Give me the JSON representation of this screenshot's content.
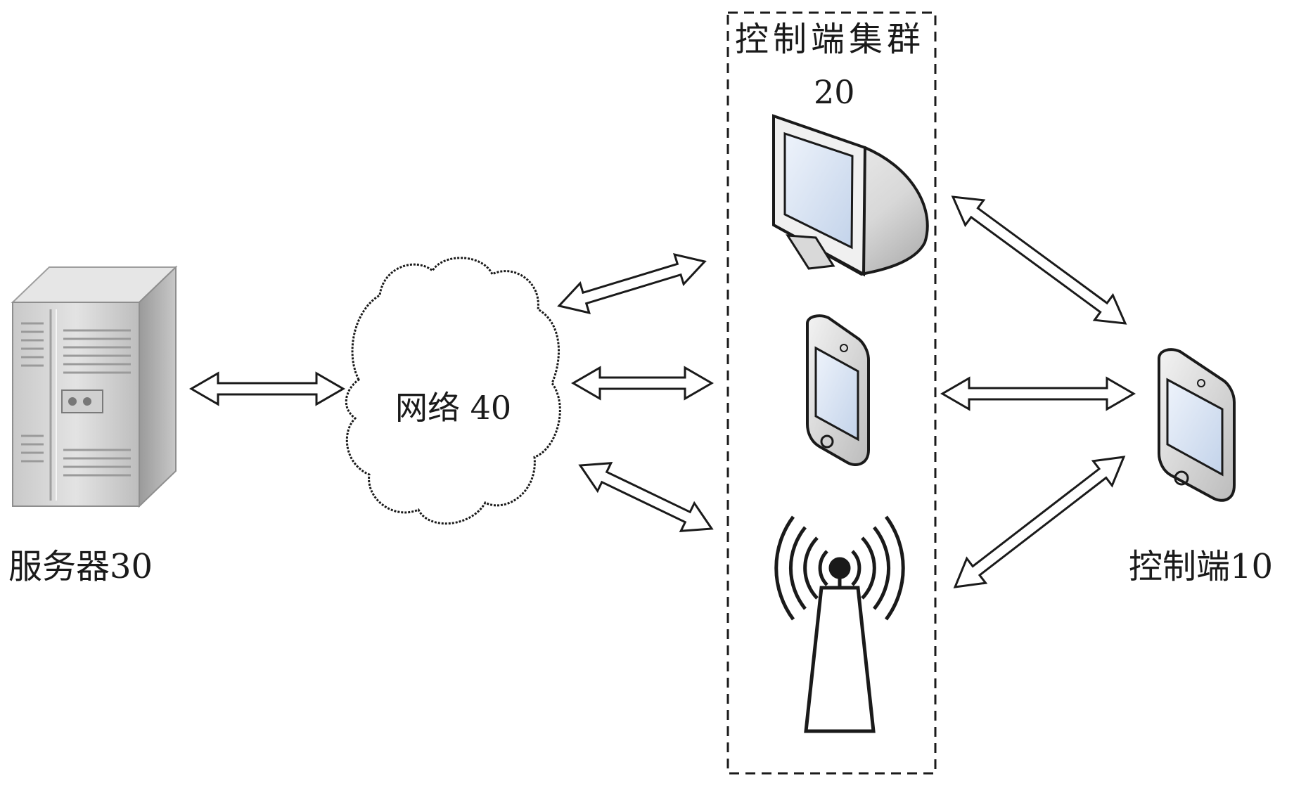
{
  "labels": {
    "cluster_title": "控制端集群",
    "cluster_number": "20",
    "network": "网络 40",
    "server": "服务器30",
    "controller": "控制端10"
  },
  "icons": {
    "server": "server-tower-icon",
    "network": "cloud-icon",
    "monitor": "crt-monitor-icon",
    "cluster_phone": "smartphone-icon",
    "tower": "radio-tower-icon",
    "controller_phone": "smartphone-icon"
  },
  "colors": {
    "line": "#1a1a1a",
    "device_body": "#dcdcdc",
    "screen": "#d6e2f2"
  }
}
